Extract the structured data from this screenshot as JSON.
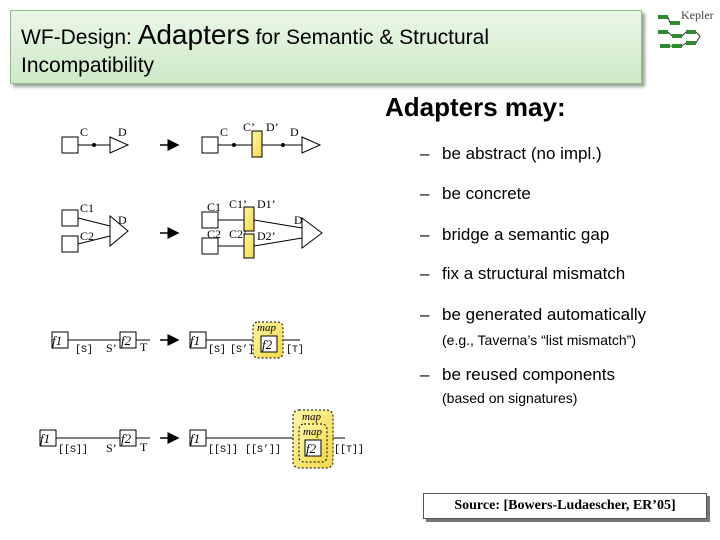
{
  "title": {
    "prefix": "WF-Design: ",
    "emphasis": "Adapters",
    "suffix": " for Semantic & Structural",
    "line2": "Incompatibility"
  },
  "logo_text": "Kepler",
  "heading": "Adapters may:",
  "bullets": [
    {
      "text": "be abstract (no impl.)"
    },
    {
      "text": "be concrete"
    },
    {
      "text": "bridge a semantic gap"
    },
    {
      "text": "fix a structural mismatch"
    },
    {
      "text": "be generated automatically",
      "sub": "(e.g., Taverna’s “list mismatch”)"
    },
    {
      "text": "be reused components",
      "sub": "(based on signatures)"
    }
  ],
  "bullet_marker": "–",
  "diagrams": {
    "row1": {
      "left": [
        "C",
        "D"
      ],
      "right": [
        "C",
        "C’",
        "D’",
        "D"
      ]
    },
    "row2": {
      "left": [
        "C1",
        "C2",
        "D"
      ],
      "right": [
        "C1",
        "C1’",
        "D1’",
        "C2",
        "C2’",
        "D2’",
        "D"
      ]
    },
    "row3": {
      "left": [
        "f1",
        "[S]",
        "S’",
        "f2",
        "T"
      ],
      "right": [
        "f1",
        "[S]",
        "[S’]",
        "map",
        "f2",
        "[T]"
      ]
    },
    "row4": {
      "left": [
        "f1",
        "[[S]]",
        "S’",
        "f2",
        "T"
      ],
      "right": [
        "f1",
        "[[S]]",
        "[[S’]]",
        "map",
        "map",
        "f2",
        "[[T]]"
      ]
    }
  },
  "source": "Source: [Bowers-Ludaescher, ER’05]"
}
